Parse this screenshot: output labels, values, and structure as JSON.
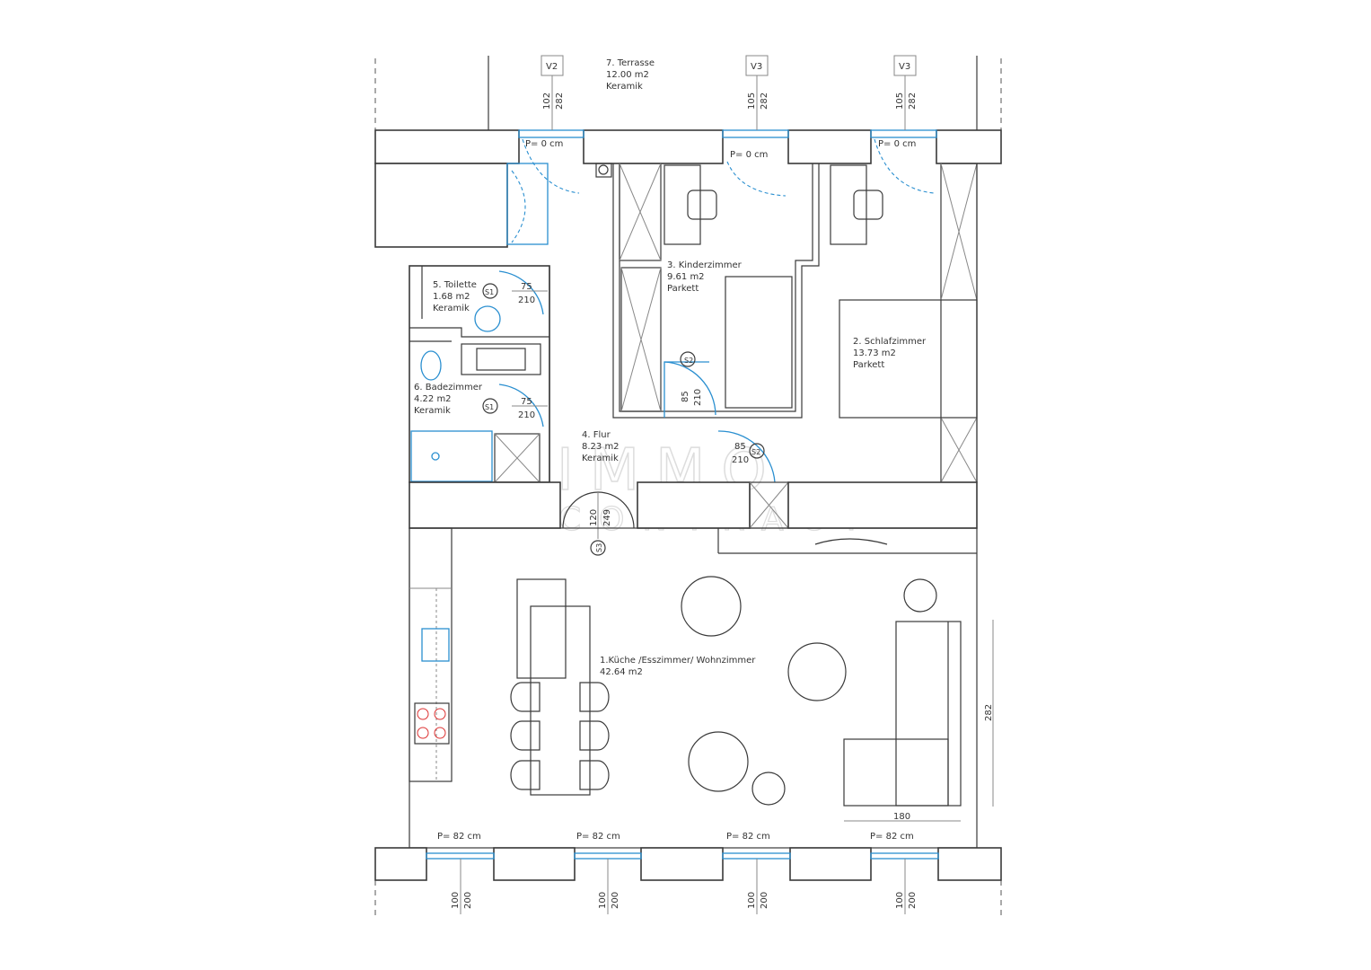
{
  "rooms": [
    {
      "name": "7. Terrasse",
      "area": "12.00 m2",
      "floor": "Keramik"
    },
    {
      "name": "3. Kinderzimmer",
      "area": "9.61 m2",
      "floor": "Parkett"
    },
    {
      "name": "2. Schlafzimmer",
      "area": "13.73 m2",
      "floor": "Parkett"
    },
    {
      "name": "5. Toilette",
      "area": "1.68 m2",
      "floor": "Keramik"
    },
    {
      "name": "6. Badezimmer",
      "area": "4.22 m2",
      "floor": "Keramik"
    },
    {
      "name": "4. Flur",
      "area": "8.23 m2",
      "floor": "Keramik"
    },
    {
      "name": "1.Küche /Esszimmer/ Wohnzimmer",
      "area": "42.64 m2"
    }
  ],
  "top_windows": [
    {
      "tag": "V2",
      "width": "102",
      "height": "282",
      "sill": "P= 0 cm"
    },
    {
      "tag": "V3",
      "width": "105",
      "height": "282",
      "sill": "P= 0 cm"
    },
    {
      "tag": "V3",
      "width": "105",
      "height": "282",
      "sill": "P= 0 cm"
    }
  ],
  "bottom_windows": [
    {
      "width": "100",
      "height": "200",
      "sill": "P= 82 cm"
    },
    {
      "width": "100",
      "height": "200",
      "sill": "P= 82 cm"
    },
    {
      "width": "100",
      "height": "200",
      "sill": "P= 82 cm"
    },
    {
      "width": "100",
      "height": "200",
      "sill": "P= 82 cm"
    }
  ],
  "doors": [
    {
      "tag": "S1",
      "width": "75",
      "height": "210"
    },
    {
      "tag": "S1",
      "width": "75",
      "height": "210"
    },
    {
      "tag": "S2",
      "width": "85",
      "height": "210"
    },
    {
      "tag": "S2",
      "width": "85",
      "height": "210"
    },
    {
      "tag": "S3",
      "width": "120",
      "height": "249"
    }
  ],
  "dimensions": {
    "sofa_width": "180",
    "wall_height": "282"
  },
  "watermark": {
    "line1": "IMMO",
    "line2": "CONTRACT"
  }
}
